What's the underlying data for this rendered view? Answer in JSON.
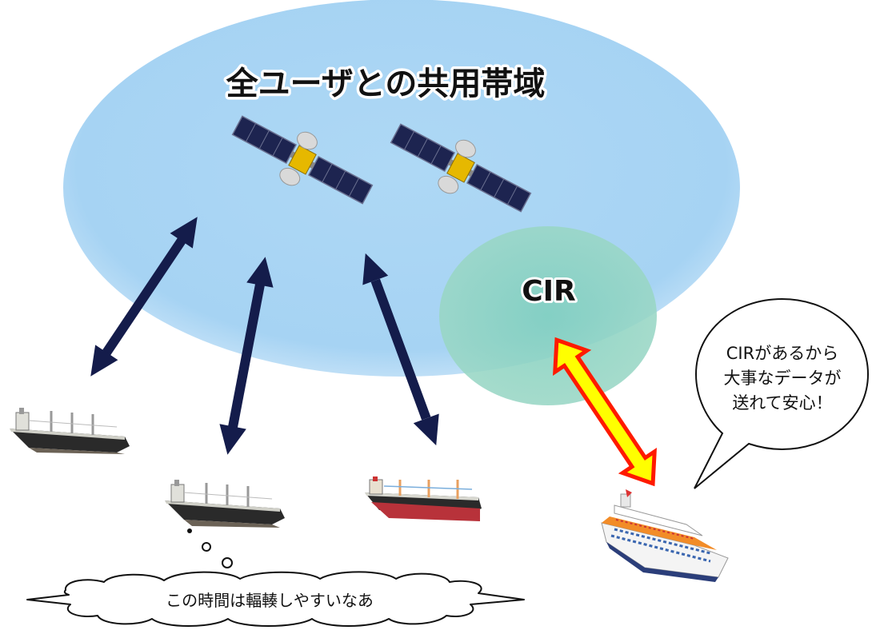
{
  "diagram": {
    "shared_band_title": "全ユーザとの共用帯域",
    "cir_label": "CIR",
    "speech_bubble": {
      "lines": [
        "CIRがあるから",
        "大事なデータが",
        "送れて安心！"
      ]
    },
    "thought_bubble": {
      "text": "この時間は輻輳しやすいなあ"
    }
  },
  "colors": {
    "shared_band": "#a6d3f3",
    "cir_zone": "#7fd0bf",
    "link_arrow": "#141c4b",
    "cir_arrow_fill": "#ffff00",
    "cir_arrow_stroke": "#ff1a00"
  },
  "icons": [
    "satellite-icon",
    "cargo-ship-icon",
    "cruise-ship-icon"
  ]
}
